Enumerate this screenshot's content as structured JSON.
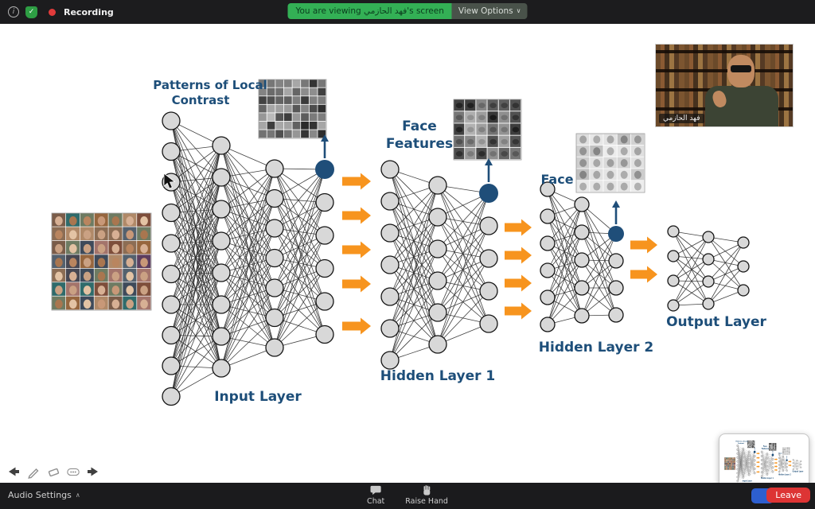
{
  "top_bar": {
    "recording_label": "Recording",
    "viewing_banner": "You are viewing فهد الحازمي's screen",
    "view_options_label": "View Options"
  },
  "icons": {
    "info_glyph": "i",
    "check_glyph": "✓",
    "chevron_down_glyph": "∨",
    "chevron_up_glyph": "∧"
  },
  "slide": {
    "labels": {
      "patterns_line1": "Patterns of Local",
      "patterns_line2": "Contrast",
      "face_features_line1": "Face",
      "face_features_line2": "Features",
      "face": "Face",
      "input_layer": "Input Layer",
      "hidden_layer_1": "Hidden Layer 1",
      "hidden_layer_2": "Hidden Layer 2",
      "output_layer": "Output Layer"
    },
    "diagram": {
      "type": "neural-network",
      "networks": [
        {
          "name": "Input Layer",
          "columns": [
            10,
            8,
            7,
            6
          ],
          "accent_top_node": true
        },
        {
          "name": "Hidden Layer 1",
          "columns": [
            7,
            6,
            5
          ],
          "accent_top_node": true
        },
        {
          "name": "Hidden Layer 2",
          "columns": [
            6,
            5,
            4
          ],
          "accent_top_node": true
        },
        {
          "name": "Output Layer",
          "columns": [
            4,
            4,
            3
          ],
          "accent_top_node": false
        }
      ],
      "arrow_counts": [
        5,
        4,
        2
      ],
      "colors": {
        "node": "#d8d8d8",
        "edge": "#2b2b2b",
        "accent": "#1F4E79",
        "arrow": "#F7941E",
        "label": "#1D4E79"
      }
    }
  },
  "webcam": {
    "name": "فهد الحازمي"
  },
  "bottom_bar": {
    "audio_settings": "Audio Settings",
    "chat": "Chat",
    "raise_hand": "Raise Hand",
    "leave": "Leave"
  }
}
